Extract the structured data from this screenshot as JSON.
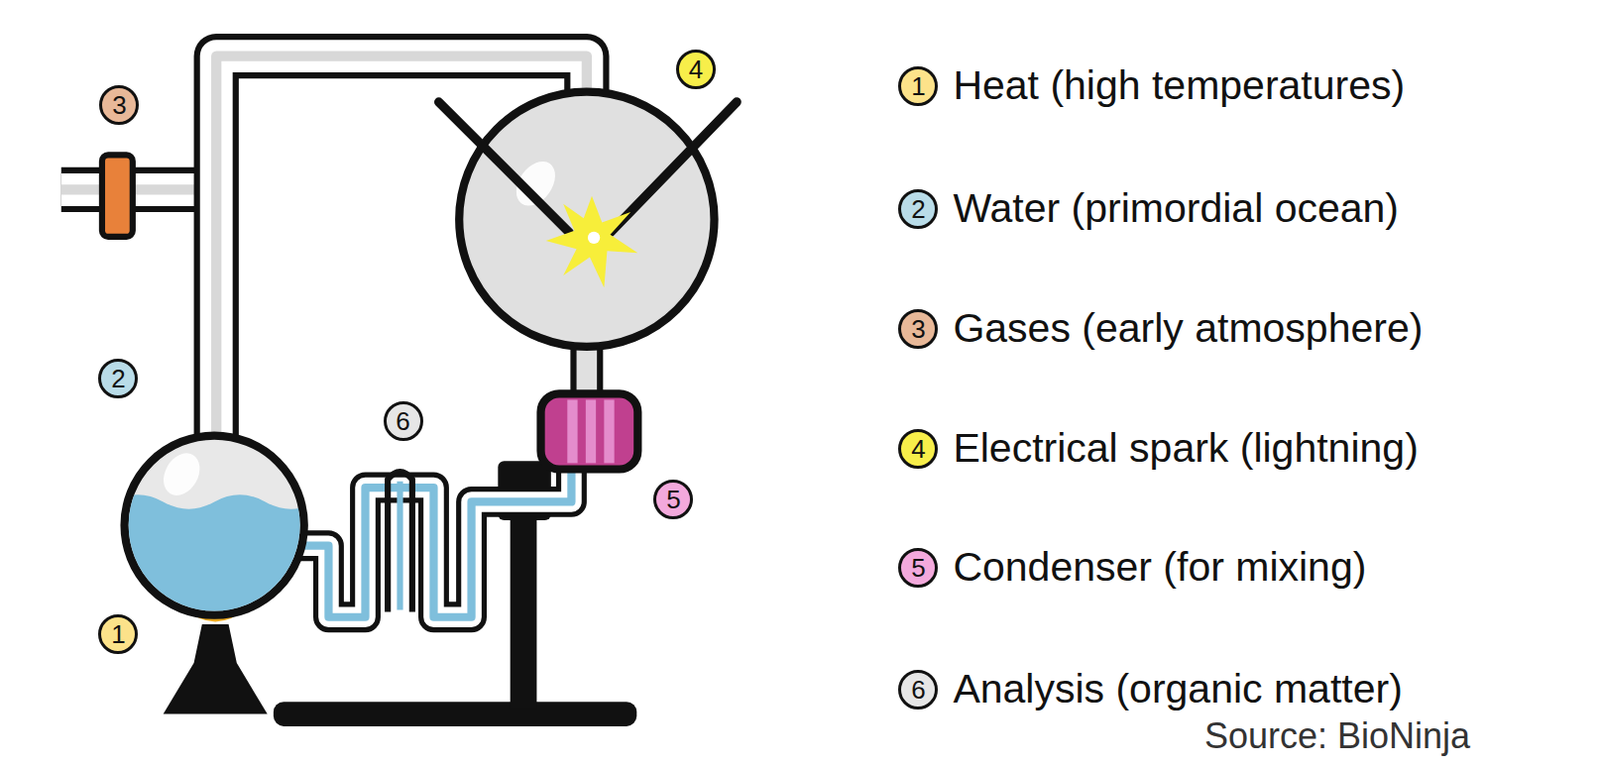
{
  "diagram": {
    "nodes": [
      {
        "text": [
          "3"
        ]
      },
      {
        "text": [
          "4"
        ]
      },
      {
        "text": [
          "2"
        ]
      },
      {
        "text": [
          "6"
        ]
      },
      {
        "text": [
          "5"
        ]
      },
      {
        "text": [
          "1"
        ]
      },
      {
        "text": [
          "1",
          "Heat (high temperatures)"
        ]
      },
      {
        "text": [
          "2",
          "Water (primordial ocean)"
        ]
      },
      {
        "text": [
          "3",
          "Gases (early atmosphere)"
        ]
      },
      {
        "text": [
          "4",
          "Electrical spark (lightning)"
        ]
      },
      {
        "text": [
          "5",
          "Condenser (for mixing)"
        ]
      },
      {
        "text": [
          "6",
          "Analysis (organic matter)"
        ]
      }
    ],
    "labels": [
      "Source: BioNinja"
    ]
  }
}
